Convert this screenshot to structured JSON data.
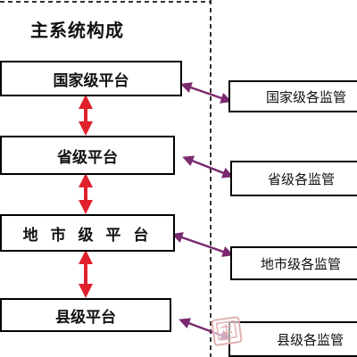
{
  "main_system": {
    "title": "主系统构成",
    "platforms": [
      "国家级平台",
      "省级平台",
      "地 市 级 平 台",
      "县级平台"
    ]
  },
  "regulators": [
    "国家级各监管",
    "省级各监管",
    "地市级各监管",
    "县级各监管"
  ],
  "colors": {
    "vertical_arrow": "#e0202a",
    "side_arrow": "#7a2a6e",
    "box_border": "#000000",
    "dashed_line": "#333333"
  }
}
